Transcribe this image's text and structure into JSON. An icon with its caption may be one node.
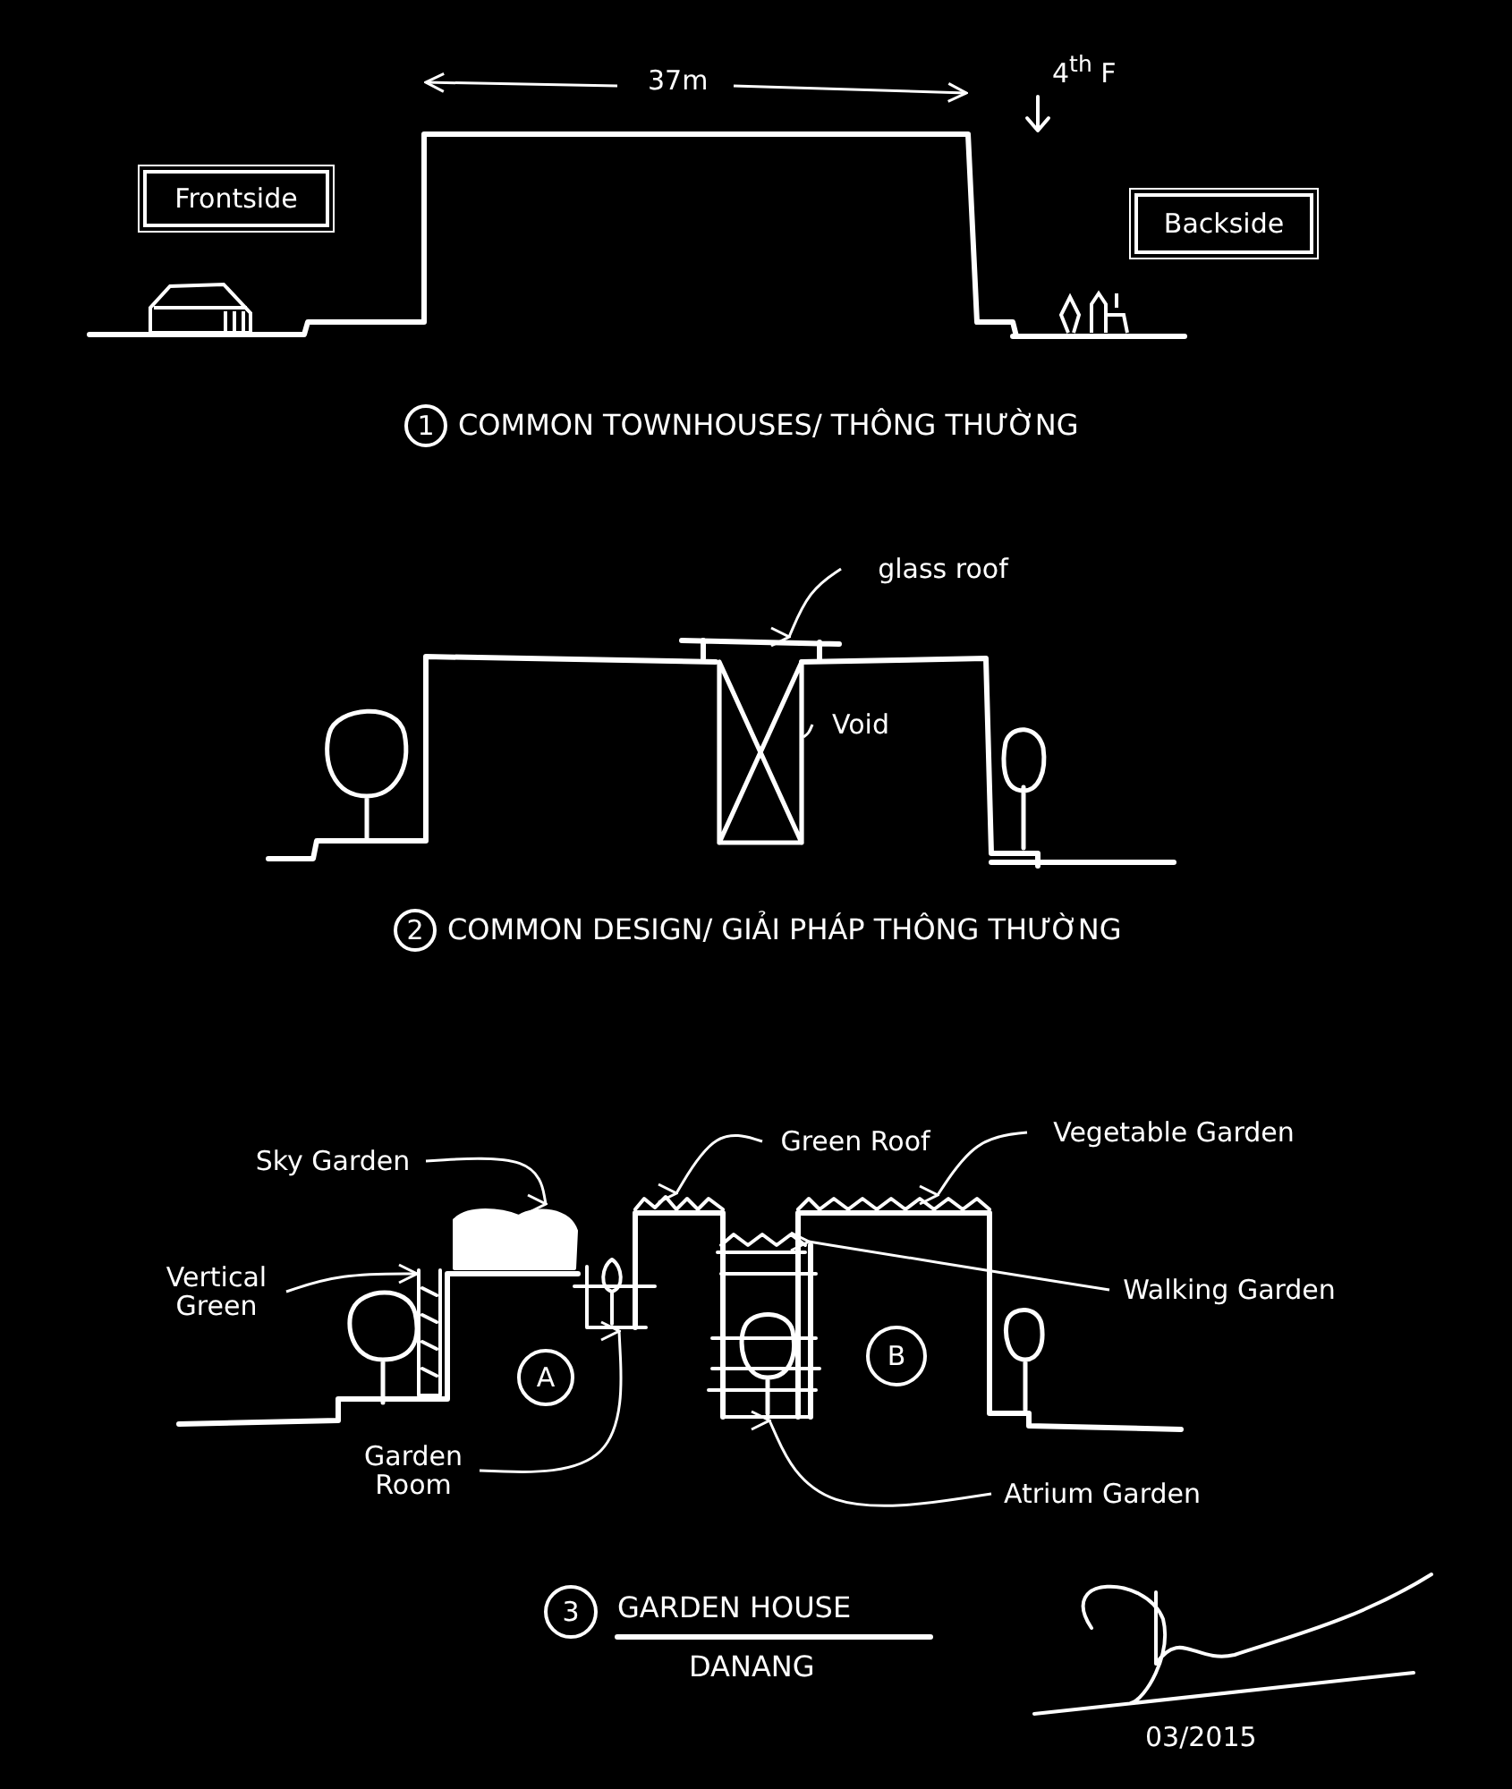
{
  "diagram": {
    "nodes": [
      {
        "text": [
          "Frontside"
        ]
      },
      {
        "text": [
          "Backside"
        ]
      },
      {
        "text": [
          "1"
        ],
        "beside": [
          "COMMON TOWNHOUSES/ THÔNG THƯỜNG"
        ]
      },
      {
        "text": [
          "2"
        ],
        "beside": [
          "COMMON DESIGN/ GIẢI PHÁP THÔNG THƯỜNG"
        ]
      },
      {
        "text": [
          "glass roof"
        ]
      },
      {
        "text": [
          "Void"
        ]
      },
      {
        "text": [
          "Green Roof"
        ]
      },
      {
        "text": [
          "Vegetable Garden"
        ]
      },
      {
        "text": [
          "Sky Garden"
        ]
      },
      {
        "text": [
          "Vertical Green"
        ]
      },
      {
        "text": [
          "A"
        ]
      },
      {
        "text": [
          "B"
        ]
      },
      {
        "text": [
          "Walking Garden"
        ]
      },
      {
        "text": [
          "Garden Room"
        ]
      },
      {
        "text": [
          "Atrium Garden"
        ]
      },
      {
        "text": [
          "3"
        ],
        "beside": [
          "GARDEN HOUSE",
          "DANANG"
        ]
      },
      {
        "text": [],
        "shape": "bar"
      },
      {
        "text": [],
        "shape": "box"
      },
      {
        "text": [],
        "shape": "picture"
      },
      {
        "text": [],
        "shape": "picture"
      },
      {
        "text": [],
        "shape": "picture"
      },
      {
        "text": [],
        "shape": "picture"
      },
      {
        "text": [],
        "shape": "picture"
      },
      {
        "text": [],
        "shape": "picture"
      },
      {
        "text": [],
        "shape": "picture"
      }
    ],
    "edges": [
      {
        "from": 4,
        "to": 16,
        "arrow": "to"
      },
      {
        "from": 5,
        "to": 17,
        "arrow": "none"
      },
      {
        "from": 6,
        "to": 18,
        "arrow": "to"
      },
      {
        "from": 7,
        "to": 19,
        "arrow": "to"
      },
      {
        "from": 8,
        "to": 20,
        "arrow": "to"
      },
      {
        "from": 9,
        "to": 21,
        "arrow": "to"
      },
      {
        "from": 12,
        "to": 22,
        "arrow": "to"
      },
      {
        "from": 13,
        "to": 23,
        "arrow": "to"
      },
      {
        "from": 14,
        "to": 24,
        "arrow": "to"
      }
    ],
    "labels": [
      "37m",
      "4$^{th}$ F",
      "03/2015"
    ]
  }
}
